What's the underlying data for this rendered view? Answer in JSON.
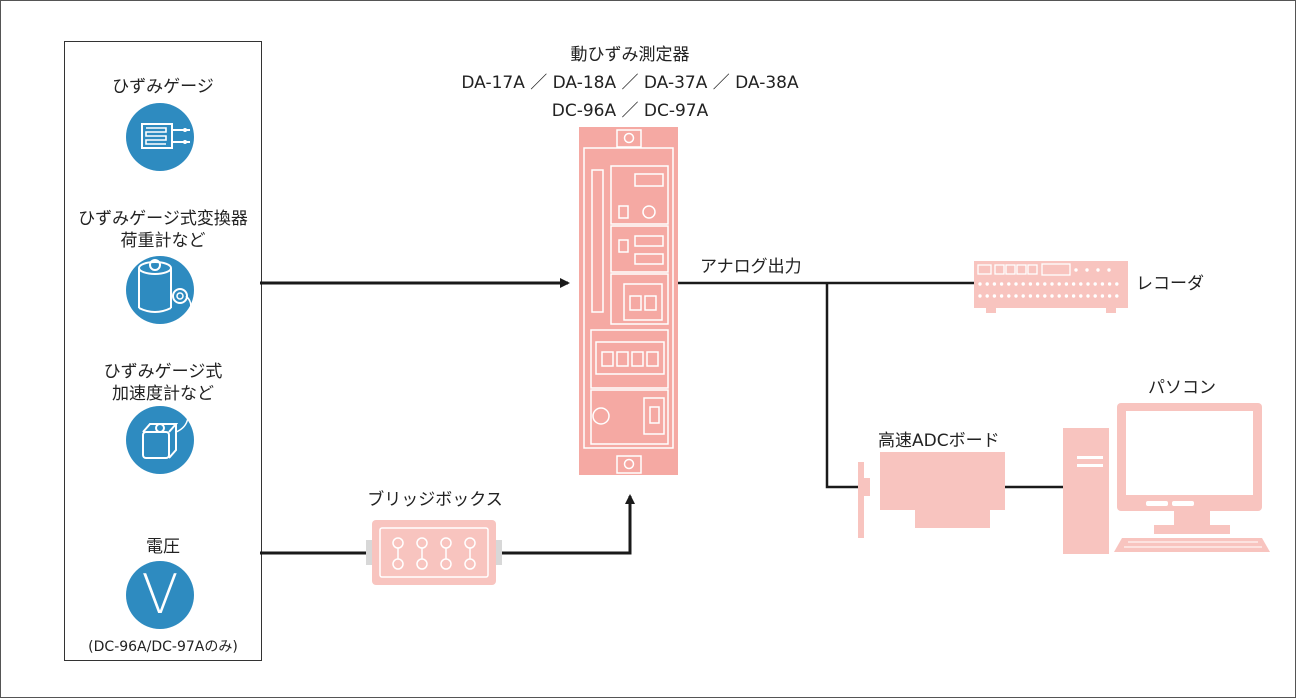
{
  "sensors": {
    "strain_gauge": "ひずみゲージ",
    "transducer_line1": "ひずみゲージ式変換器",
    "transducer_line2": "荷重計など",
    "accel_line1": "ひずみゲージ式",
    "accel_line2": "加速度計など",
    "voltage": "電圧",
    "voltage_note": "(DC-96A/DC-97Aのみ)",
    "voltage_symbol": "V"
  },
  "amplifier": {
    "title": "動ひずみ測定器",
    "models_line1": "DA-17A ／ DA-18A ／ DA-37A ／ DA-38A",
    "models_line2": "DC-96A ／ DC-97A"
  },
  "bridge_box": "ブリッジボックス",
  "analog_output": "アナログ出力",
  "recorder": "レコーダ",
  "pc": "パソコン",
  "adc_board": "高速ADCボード",
  "colors": {
    "icon_blue": "#2e8bc0",
    "device_pink": "#f5a9a3",
    "line": "#1a1a1a"
  }
}
